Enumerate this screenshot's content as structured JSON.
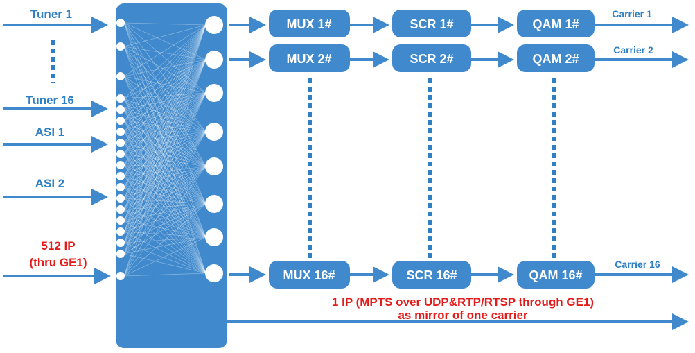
{
  "colors": {
    "primary": "#3f89cc",
    "accent_text": "#e41b1b",
    "input_text": "#2f7fc4"
  },
  "inputs": {
    "tuner1": "Tuner 1",
    "tuner16": "Tuner 16",
    "asi1": "ASI 1",
    "asi2": "ASI 2",
    "ip_line1": "512 IP",
    "ip_line2": "(thru GE1)"
  },
  "chains": {
    "row1": {
      "mux": "MUX 1#",
      "scr": "SCR 1#",
      "qam": "QAM 1#",
      "carrier": "Carrier 1"
    },
    "row2": {
      "mux": "MUX 2#",
      "scr": "SCR 2#",
      "qam": "QAM 2#",
      "carrier": "Carrier 2"
    },
    "row16": {
      "mux": "MUX 16#",
      "scr": "SCR 16#",
      "qam": "QAM 16#",
      "carrier": "Carrier 16"
    }
  },
  "mirror": {
    "line1": "1 IP (MPTS over UDP&RTP/RTSP through GE1)",
    "line2": "as mirror of one carrier"
  }
}
